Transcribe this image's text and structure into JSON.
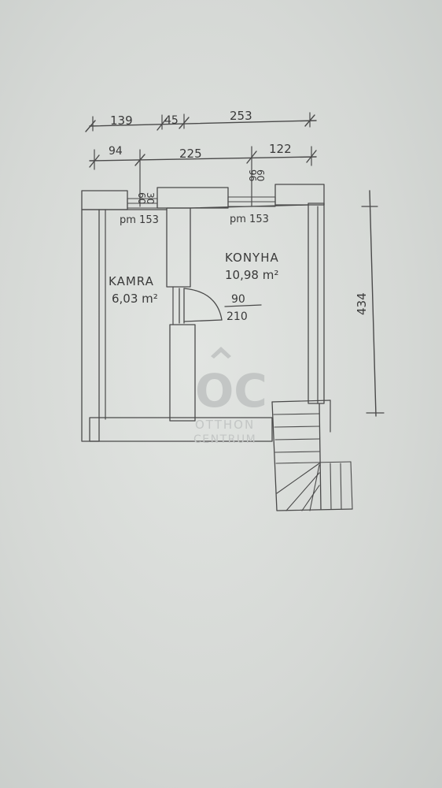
{
  "dims_top": [
    "139",
    "45",
    "253"
  ],
  "dims_second": [
    "94",
    "225",
    "122"
  ],
  "window_left": {
    "a": "60",
    "b": "30",
    "label": "pm 153"
  },
  "window_right": {
    "a": "96",
    "b": "60",
    "label": "pm 153"
  },
  "rooms": {
    "kamra": {
      "name": "KAMRA",
      "area": "6,03 m²"
    },
    "konyha": {
      "name": "KONYHA",
      "area": "10,98 m²"
    }
  },
  "door": {
    "width": "90",
    "height": "210"
  },
  "height_dim": "434",
  "watermark": {
    "logo": "OC",
    "line1": "OTTHON",
    "line2": "CENTRUM"
  },
  "colors": {
    "paper": "#d8dbd8",
    "ink": "#4a4a4a",
    "watermark": "#c3c6c5"
  }
}
